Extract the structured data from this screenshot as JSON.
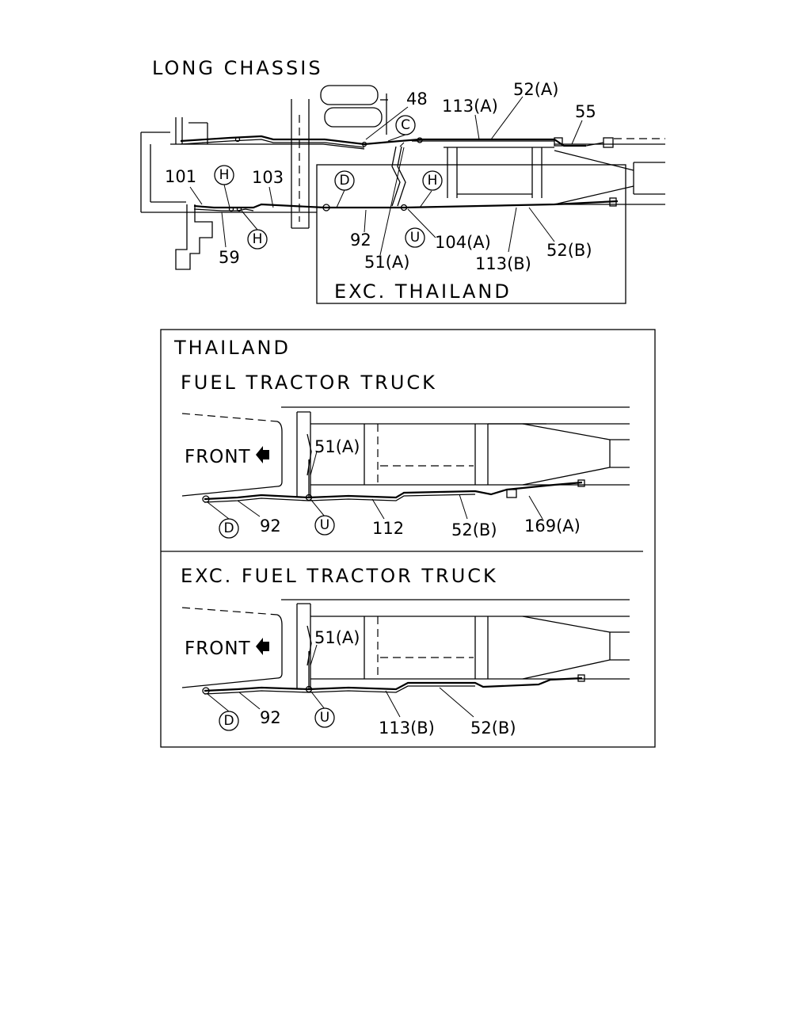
{
  "top": {
    "title": "LONG CHASSIS",
    "inset_title": "EXC. THAILAND",
    "labels": {
      "p48": "48",
      "p113a": "113(A)",
      "p52a": "52(A)",
      "p55": "55",
      "p101": "101",
      "p103": "103",
      "p92": "92",
      "p59": "59",
      "p51a": "51(A)",
      "p104a": "104(A)",
      "p113b": "113(B)",
      "p52b": "52(B)"
    },
    "refs": {
      "c": "C",
      "h1": "H",
      "h2": "H",
      "d": "D",
      "h3": "H",
      "u": "U"
    }
  },
  "thailand": {
    "title": "THAILAND",
    "fuel": {
      "title": "FUEL TRACTOR TRUCK",
      "front": "FRONT",
      "labels": {
        "p51a": "51(A)",
        "p92": "92",
        "p112": "112",
        "p52b": "52(B)",
        "p169a": "169(A)"
      },
      "refs": {
        "d": "D",
        "u": "U"
      }
    },
    "exc": {
      "title": "EXC. FUEL TRACTOR TRUCK",
      "front": "FRONT",
      "labels": {
        "p51a": "51(A)",
        "p92": "92",
        "p113b": "113(B)",
        "p52b": "52(B)"
      },
      "refs": {
        "d": "D",
        "u": "U"
      }
    }
  }
}
